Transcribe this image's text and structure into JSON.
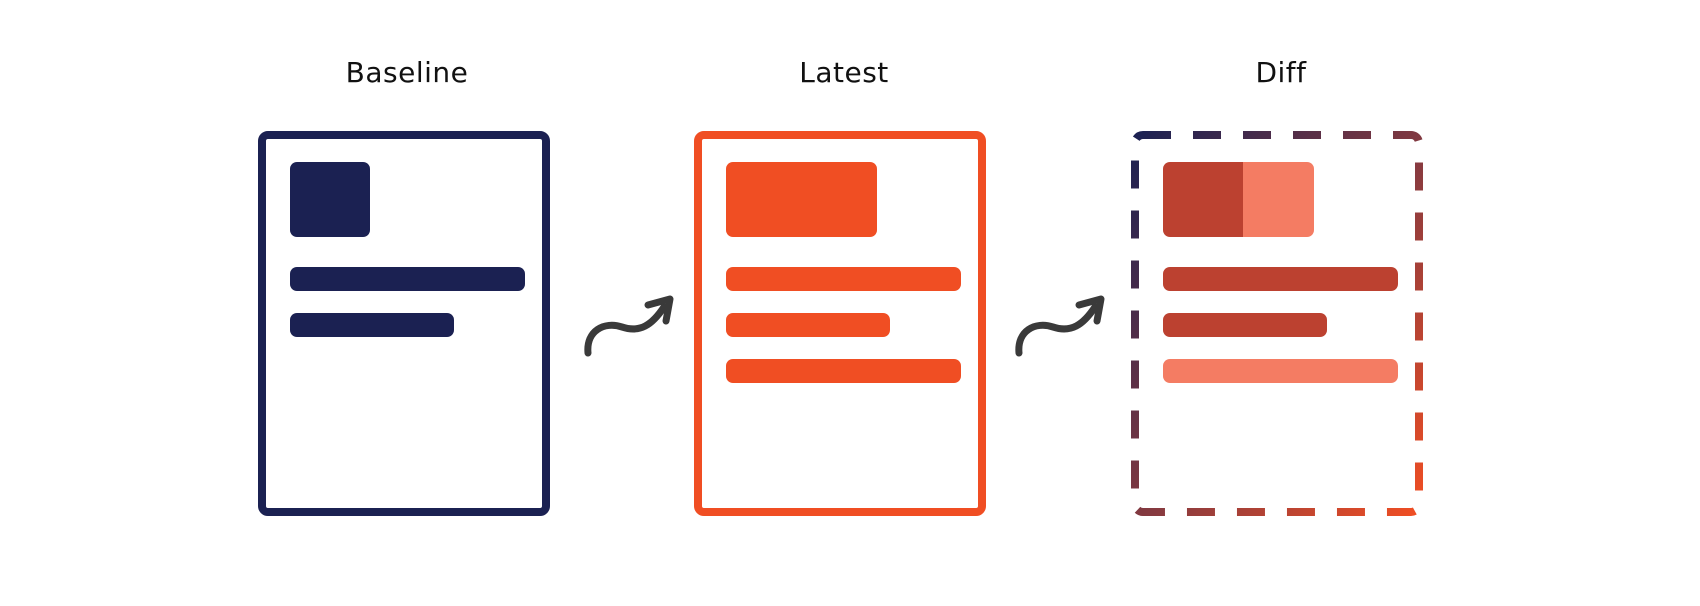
{
  "labels": {
    "baseline": "Baseline",
    "latest": "Latest",
    "diff": "Diff"
  },
  "colors": {
    "baseline": "#1b2152",
    "latest": "#f04e23",
    "diff_unchanged": "#bc4130",
    "diff_added": "#f47c63",
    "arrow": "#3a3a3a"
  },
  "icons": {
    "arrow": "curved-arrow-icon"
  }
}
